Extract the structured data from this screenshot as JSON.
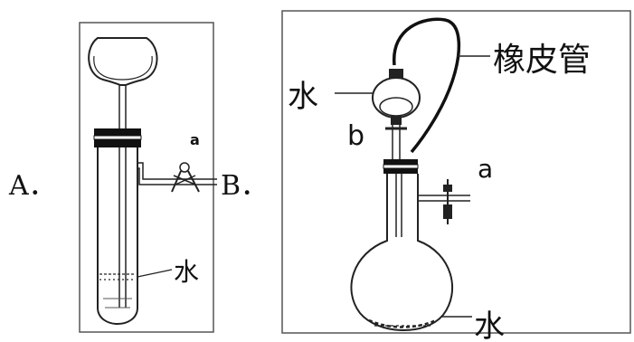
{
  "options": [
    {
      "letter": "A．"
    },
    {
      "letter": "B．"
    }
  ],
  "diagram_a": {
    "water_label": "水",
    "valve_label": "a"
  },
  "diagram_b": {
    "hose_label": "橡皮管",
    "water_top_label": "水",
    "stopcock_label": "b",
    "valve_label": "a",
    "water_bottom_label": "水"
  }
}
